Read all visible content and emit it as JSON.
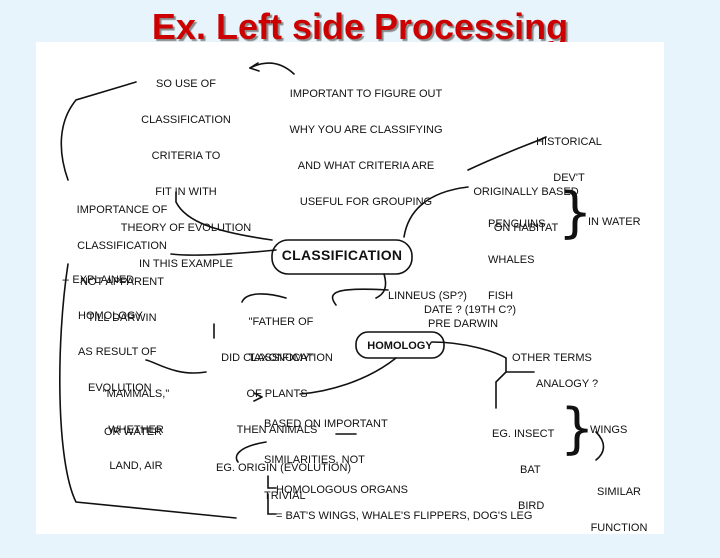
{
  "title": "Ex. Left side Processing",
  "nodes": {
    "soUseOf": [
      "SO USE OF",
      "CLASSIFICATION",
      "CRITERIA TO",
      "FIT IN WITH",
      "THEORY OF EVOLUTION",
      "IN THIS EXAMPLE"
    ],
    "important": [
      "IMPORTANT TO FIGURE OUT",
      "WHY YOU ARE CLASSIFYING",
      "AND WHAT CRITERIA ARE",
      "USEFUL FOR GROUPING"
    ],
    "historical": [
      "HISTORICAL",
      "DEV'T"
    ],
    "importanceOf": [
      "IMPORTANCE OF",
      "CLASSIFICATION",
      "NOT APPARENT",
      "TILL DARWIN"
    ],
    "originally": [
      "ORIGINALLY BASED",
      "ON HABITAT"
    ],
    "animals": [
      "PENGUINS",
      "WHALES",
      "FISH"
    ],
    "inWater": "IN WATER",
    "explained": [
      "-- EXPLAINED",
      "HOMOLOGY",
      "AS RESULT OF",
      "EVOLUTION"
    ],
    "classification": "CLASSIFICATION",
    "linneus": "LINNEUS (sp?)",
    "date": "DATE ? (19th C?)",
    "preDarwin": "pre DARWIN",
    "father": [
      "\"FATHER OF",
      "TAXONOMY\""
    ],
    "didClass": [
      "DID CLASSIFICATION",
      "OF PLANTS",
      "THEN ANIMALS"
    ],
    "homology": "HOMOLOGY",
    "otherTerms": "OTHER TERMS",
    "analogy": "ANALOGY ?",
    "mammals": [
      "\"MAMMALS,\"",
      "WHETHER",
      "LAND, AIR"
    ],
    "orWater": "OR WATER",
    "basedOn": [
      "BASED ON IMPORTANT",
      "SIMILARITIES, NOT",
      "TRIVIAL"
    ],
    "egInsect": [
      "eg. INSECT",
      "BAT",
      "BIRD"
    ],
    "wings": "WINGS",
    "egOrigin": "eg. ORIGIN (EVOLUTION)",
    "similarFunction": [
      "SIMILAR",
      "FUNCTION"
    ],
    "homologous": "HOMOLOGOUS ORGANS",
    "batsWings": "= BAT'S WINGS, WHALE'S FLIPPERS, DOG'S LEG"
  }
}
